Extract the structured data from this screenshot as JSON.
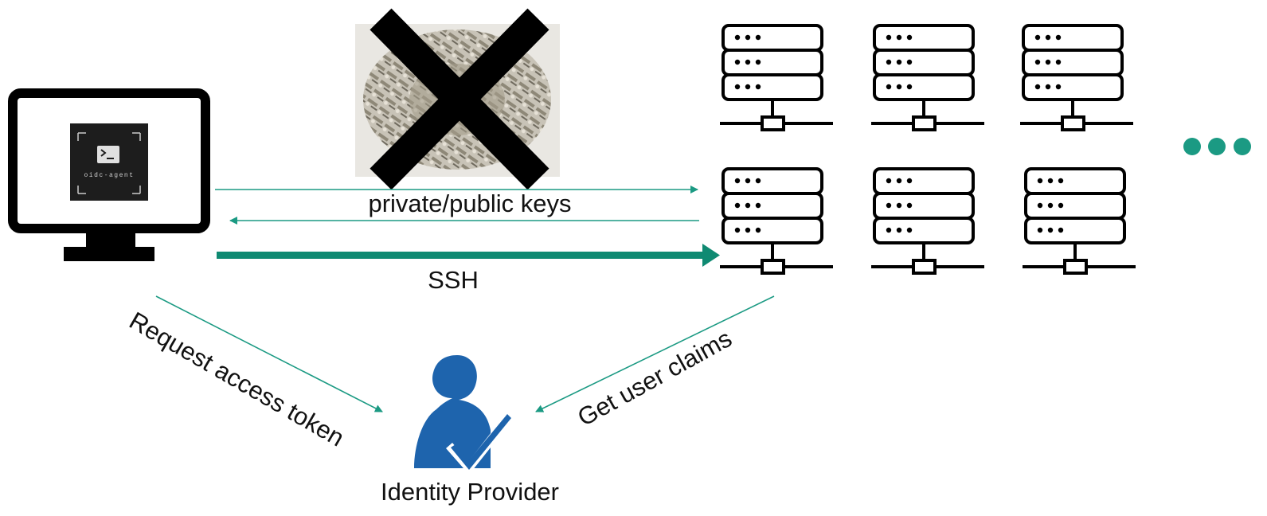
{
  "colors": {
    "arrow": "#1b9a83",
    "arrow_thick": "#0f8a72",
    "identity": "#1e64ad",
    "ink": "#000000",
    "dots": "#1b9a83"
  },
  "labels": {
    "keys": "private/public keys",
    "ssh": "SSH",
    "request_token": "Request access token",
    "user_claims": "Get user claims",
    "identity_provider": "Identity Provider",
    "app_name": "oidc-agent"
  },
  "icons": {
    "computer": "computer-monitor-icon",
    "terminal": "terminal-icon",
    "keys_photo": "keys-photo",
    "cross": "cross-out-icon",
    "server": "server-rack-icon",
    "identity": "user-check-icon",
    "more": "more-dots-icon"
  }
}
